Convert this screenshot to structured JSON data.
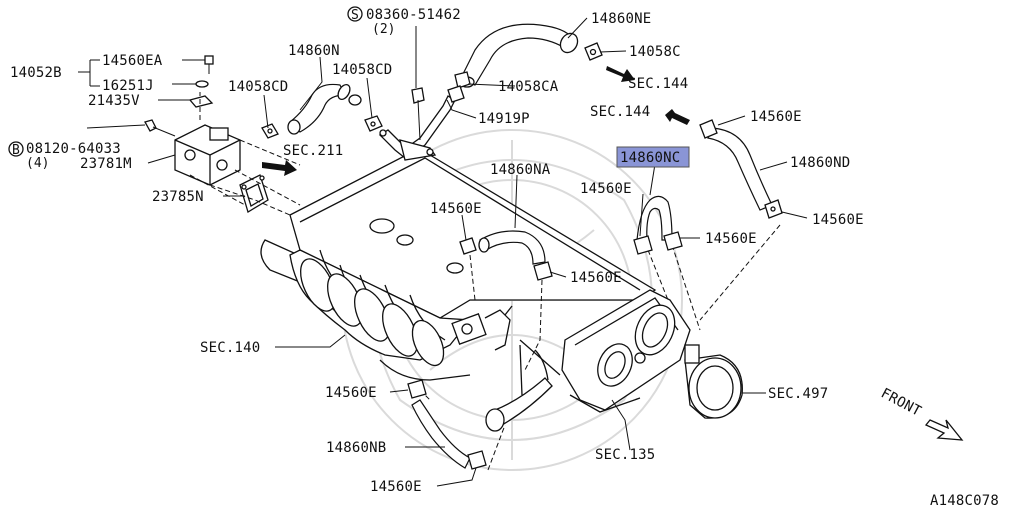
{
  "diagram_code": "A148C078",
  "front_label": "FRONT",
  "highlight_color": "#8a95d6",
  "labels": {
    "p14052B": "14052B",
    "p14560EA": "14560EA",
    "p16251J": "16251J",
    "p21435V": "21435V",
    "p08120_a": "08120-64033",
    "p08120_b": "(4)",
    "p23781M": "23781M",
    "p23785N": "23785N",
    "p14058CD_a": "14058CD",
    "p14860N": "14860N",
    "p14058CD_b": "14058CD",
    "p08360_a": "08360-51462",
    "p08360_b": "(2)",
    "p14860NE": "14860NE",
    "p14058C": "14058C",
    "sec144_a": "SEC.144",
    "p14058CA": "14058CA",
    "p14919P": "14919P",
    "sec211": "SEC.211",
    "sec144_b": "SEC.144",
    "p14560E_1": "14560E",
    "p14860NC": "14860NC",
    "p14860ND": "14860ND",
    "p14860NA": "14860NA",
    "p14560E_2": "14560E",
    "p14560E_3": "14560E",
    "p14560E_4": "14560E",
    "p14560E_5": "14560E",
    "p14560E_6": "14560E",
    "sec140": "SEC.140",
    "p14560E_7": "14560E",
    "p14860NB": "14860NB",
    "p14560E_8": "14560E",
    "sec135": "SEC.135",
    "sec497": "SEC.497",
    "circle_S": "S",
    "circle_B": "B"
  }
}
